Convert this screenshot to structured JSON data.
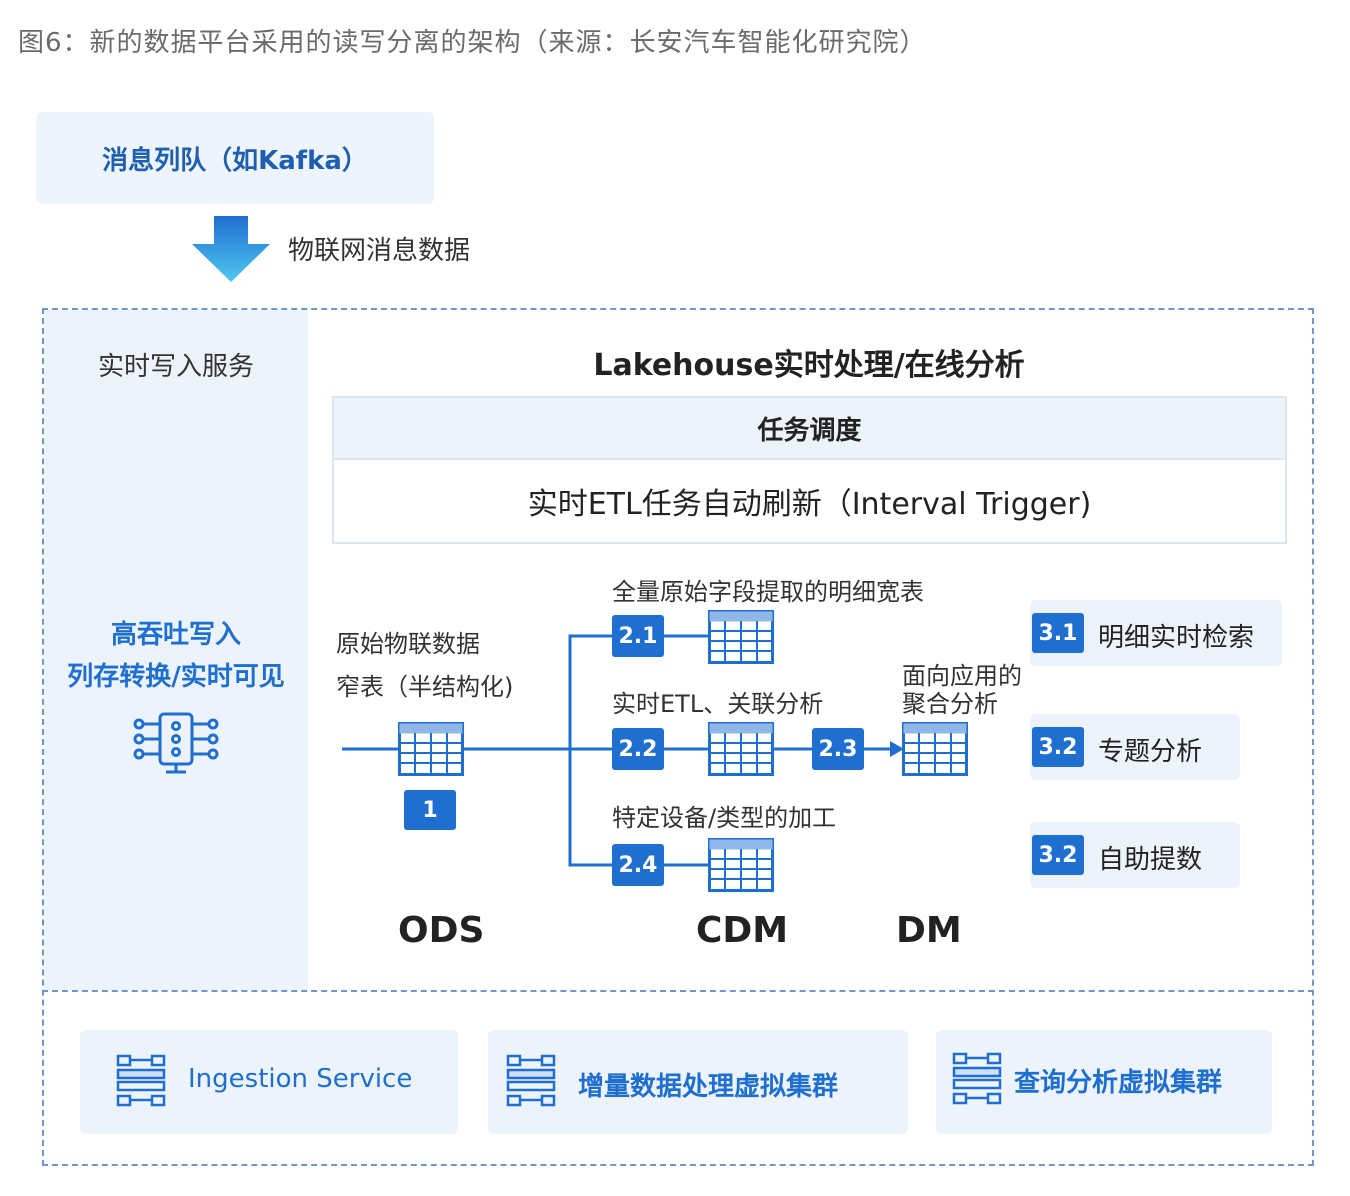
{
  "caption": "图6：新的数据平台采用的读写分离的架构（来源：长安汽车智能化研究院）",
  "message_queue": {
    "label": "消息列队（如Kafka）"
  },
  "iot_flow_label": "物联网消息数据",
  "realtime_write": {
    "title": "实时写入服务",
    "line1": "高吞吐写入",
    "line2": "列存转换/实时可见"
  },
  "lakehouse": {
    "title": "Lakehouse实时处理/在线分析",
    "scheduler_title": "任务调度",
    "scheduler_body": "实时ETL任务自动刷新（Interval Trigger)"
  },
  "ods": {
    "desc_line1": "原始物联数据",
    "desc_line2": "窄表（半结构化)",
    "badge": "1",
    "layer": "ODS"
  },
  "cdm": {
    "layer": "CDM",
    "steps": [
      {
        "badge": "2.1",
        "desc": "全量原始字段提取的明细宽表"
      },
      {
        "badge": "2.2",
        "desc": "实时ETL、关联分析"
      },
      {
        "badge": "2.3",
        "desc": ""
      },
      {
        "badge": "2.4",
        "desc": "特定设备/类型的加工"
      }
    ]
  },
  "dm": {
    "layer": "DM",
    "desc_line1": "面向应用的",
    "desc_line2": "聚合分析"
  },
  "outputs": [
    {
      "badge": "3.1",
      "label": "明细实时检索"
    },
    {
      "badge": "3.2",
      "label": "专题分析"
    },
    {
      "badge": "3.2",
      "label": "自助提数"
    }
  ],
  "clusters": [
    {
      "label": "Ingestion Service"
    },
    {
      "label": "增量数据处理虚拟集群"
    },
    {
      "label": "查询分析虚拟集群"
    }
  ],
  "colors": {
    "accent": "#1f6fd0",
    "panel": "#edf3fa",
    "dash": "#6f97c9"
  }
}
